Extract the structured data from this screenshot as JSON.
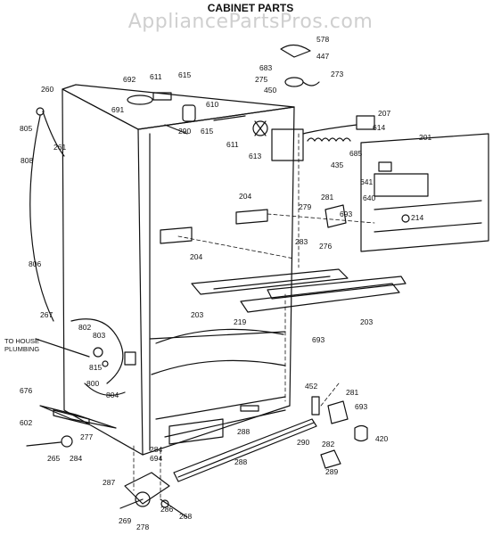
{
  "header": {
    "title": "CABINET PARTS",
    "watermark": "AppliancePartsPros.com"
  },
  "note": {
    "line1": "TO HOUSE",
    "line2": "PLUMBING"
  },
  "parts": [
    "578",
    "447",
    "683",
    "275",
    "273",
    "450",
    "692",
    "611",
    "615",
    "610",
    "260",
    "691",
    "290",
    "805",
    "615",
    "611",
    "207",
    "614",
    "613",
    "201",
    "685",
    "261",
    "435",
    "808",
    "641",
    "640",
    "281",
    "204",
    "279",
    "693",
    "214",
    "283",
    "276",
    "204",
    "806",
    "203",
    "219",
    "203",
    "267",
    "802",
    "803",
    "693",
    "815",
    "800",
    "804",
    "676",
    "452",
    "281",
    "602",
    "693",
    "277",
    "284",
    "694",
    "288",
    "290",
    "420",
    "265",
    "284",
    "288",
    "289",
    "282",
    "287",
    "269",
    "278",
    "286",
    "268"
  ]
}
